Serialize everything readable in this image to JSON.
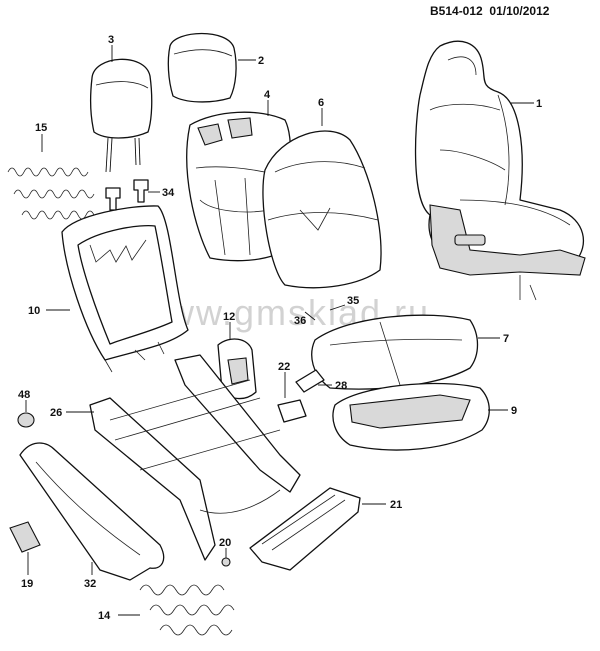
{
  "header": {
    "code": "B514-012",
    "date": "01/10/2012"
  },
  "watermark": "www.gmsklad.ru",
  "callouts": [
    {
      "id": "1",
      "label": "1"
    },
    {
      "id": "2",
      "label": "2"
    },
    {
      "id": "3",
      "label": "3"
    },
    {
      "id": "4",
      "label": "4"
    },
    {
      "id": "6",
      "label": "6"
    },
    {
      "id": "7",
      "label": "7"
    },
    {
      "id": "9",
      "label": "9"
    },
    {
      "id": "10",
      "label": "10"
    },
    {
      "id": "12",
      "label": "12"
    },
    {
      "id": "14",
      "label": "14"
    },
    {
      "id": "15",
      "label": "15"
    },
    {
      "id": "19",
      "label": "19"
    },
    {
      "id": "20",
      "label": "20"
    },
    {
      "id": "21",
      "label": "21"
    },
    {
      "id": "22",
      "label": "22"
    },
    {
      "id": "26",
      "label": "26"
    },
    {
      "id": "28",
      "label": "28"
    },
    {
      "id": "32",
      "label": "32"
    },
    {
      "id": "34",
      "label": "34"
    },
    {
      "id": "35",
      "label": "35"
    },
    {
      "id": "36",
      "label": "36"
    },
    {
      "id": "48",
      "label": "48"
    }
  ]
}
